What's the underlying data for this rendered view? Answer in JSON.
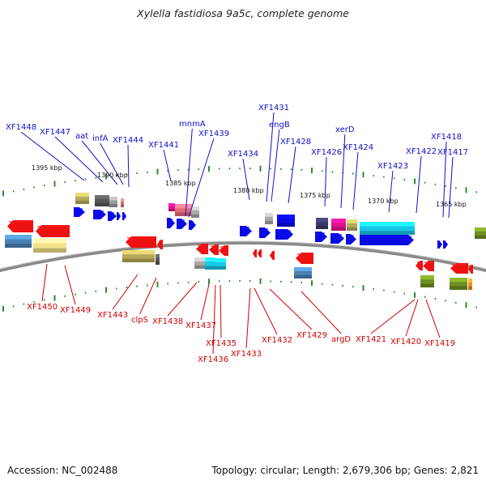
{
  "title": "Xylella fastidiosa 9a5c, complete genome",
  "footer": {
    "accession": "Accession: NC_002488",
    "summary": "Topology: circular; Length: 2,679,306 bp; Genes: 2,821"
  },
  "colors": {
    "forward_label": "#1010c8",
    "reverse_label": "#d00000",
    "backbone": "#8a8a8a",
    "tick": "#2e8a2e",
    "forward_gene": "#0a0ae6",
    "reverse_gene": "#ee1111"
  },
  "scale_labels": [
    "1395 kbp",
    "1390 kbp",
    "1385 kbp",
    "1380 kbp",
    "1375 kbp",
    "1370 kbp",
    "1365 kbp"
  ],
  "forward_labels": [
    "XF1448",
    "XF1447",
    "aat",
    "infA",
    "XF1444",
    "XF1441",
    "mnmA",
    "XF1439",
    "XF1434",
    "XF1431",
    "engB",
    "XF1428",
    "XF1426",
    "xerD",
    "XF1424",
    "XF1423",
    "XF1422",
    "XF1418",
    "XF1417"
  ],
  "reverse_labels": [
    "XF1450",
    "XF1449",
    "XF1443",
    "clpS",
    "XF1438",
    "XF1437",
    "XF1435",
    "XF1436",
    "XF1433",
    "XF1432",
    "XF1429",
    "argD",
    "XF1421",
    "XF1420",
    "XF1419"
  ]
}
